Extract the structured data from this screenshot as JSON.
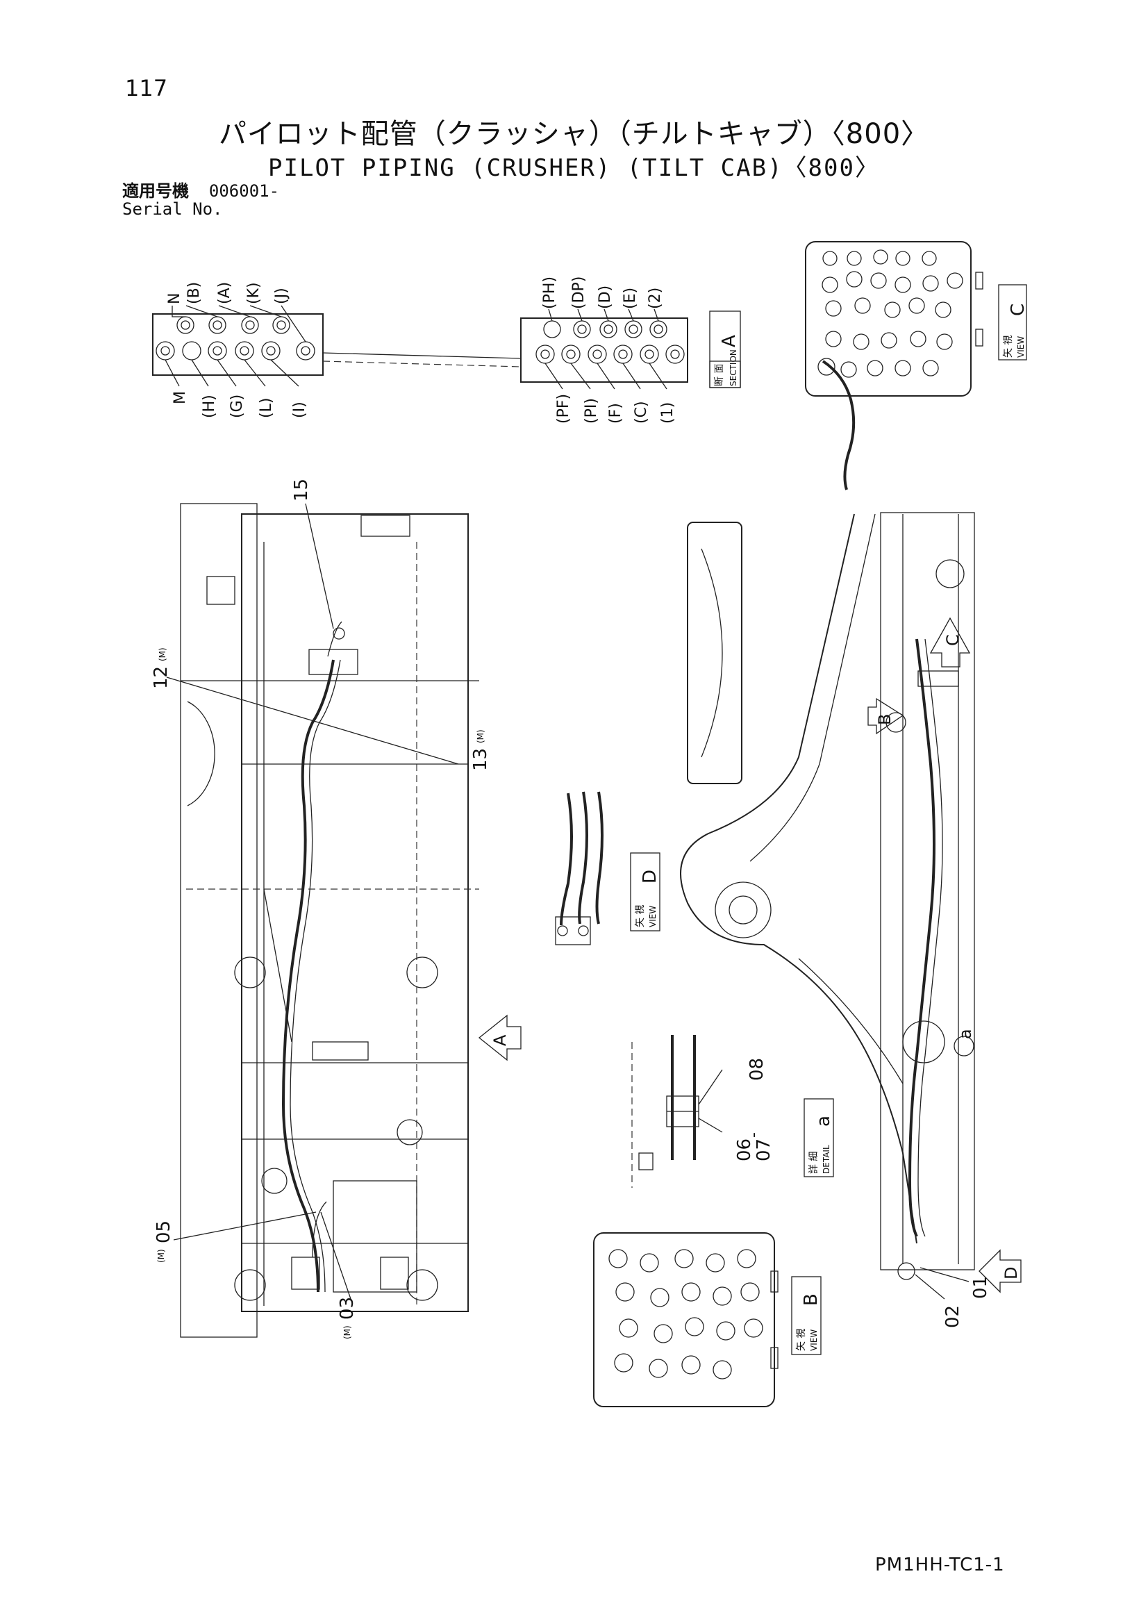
{
  "header": {
    "page_number": "117",
    "title_jp": "パイロット配管（クラッシャ）（チルトキャブ）〈800〉",
    "title_en": "PILOT PIPING (CRUSHER) (TILT CAB)〈800〉",
    "serial_label_jp": "適用号機",
    "serial_label_en": "Serial No.",
    "serial_value": "006001-"
  },
  "section_a": {
    "label_jp": "断 面",
    "label_en": "SECTION",
    "letter": "A",
    "top_labels_left": [
      "N",
      "(B)",
      "(A)",
      "(K)",
      "(J)"
    ],
    "bottom_labels_left": [
      "M",
      "(H)",
      "(G)",
      "(L)",
      "(I)"
    ],
    "top_labels_right": [
      "(PH)",
      "(DP)",
      "(D)",
      "(E)",
      "(2)"
    ],
    "bottom_labels_right": [
      "(PF)",
      "(PI)",
      "(F)",
      "(C)",
      "(1)"
    ]
  },
  "views": {
    "view_c": {
      "label_jp": "矢 視",
      "label_en": "VIEW",
      "letter": "C"
    },
    "view_d": {
      "label_jp": "矢 視",
      "label_en": "VIEW",
      "letter": "D"
    },
    "view_b": {
      "label_jp": "矢 視",
      "label_en": "VIEW",
      "letter": "B"
    },
    "detail_a": {
      "label_jp": "詳 細",
      "label_en": "DETAIL",
      "letter": "a"
    }
  },
  "callouts": {
    "c15": "15",
    "c12": "12",
    "c12_mark": "(M)",
    "c13": "13",
    "c13_mark": "(M)",
    "c05": "05",
    "c05_mark": "(M)",
    "c03": "03",
    "c03_mark": "(M)",
    "c08": "08",
    "c06": "06",
    "c07": "07",
    "c06_sep": "-",
    "c01": "01",
    "c02": "02",
    "arrow_a": "A",
    "arrow_b": "B",
    "arrow_c": "C",
    "arrow_d": "D",
    "circle_a": "a"
  },
  "footer": {
    "code": "PM1HH-TC1-1"
  }
}
